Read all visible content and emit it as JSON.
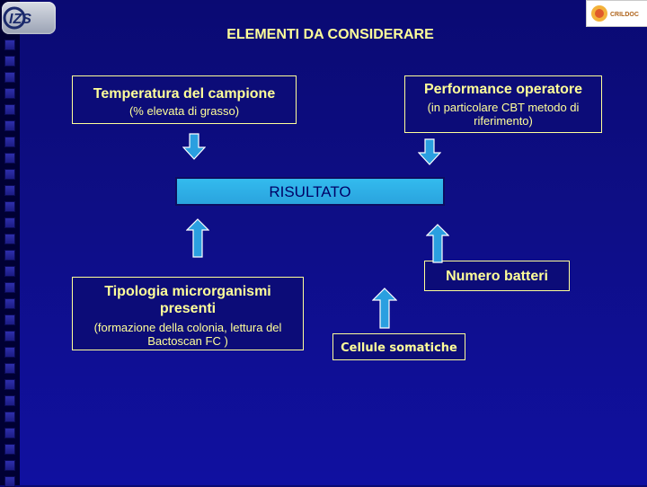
{
  "title": "ELEMENTI DA CONSIDERARE",
  "logos": {
    "left": "IZS",
    "right": "CRILDOC"
  },
  "boxes": {
    "temperatura": {
      "main": "Temperatura del campione",
      "sub": "(% elevata di grasso)"
    },
    "performance": {
      "main": "Performance operatore",
      "sub": "(in particolare CBT metodo di riferimento)"
    },
    "risultato": {
      "main": "RISULTATO"
    },
    "tipologia": {
      "main": "Tipologia microrganismi presenti",
      "sub": "(formazione della colonia, lettura del Bactoscan FC )"
    },
    "numero": {
      "main": "Numero batteri"
    },
    "cellule": {
      "main": "Cellule somatiche"
    }
  },
  "colors": {
    "background": "#0e0e86",
    "text_yellow": "#ffff99",
    "result_fill": "#2aa3de",
    "arrow_fill": "#2a9fe0"
  }
}
